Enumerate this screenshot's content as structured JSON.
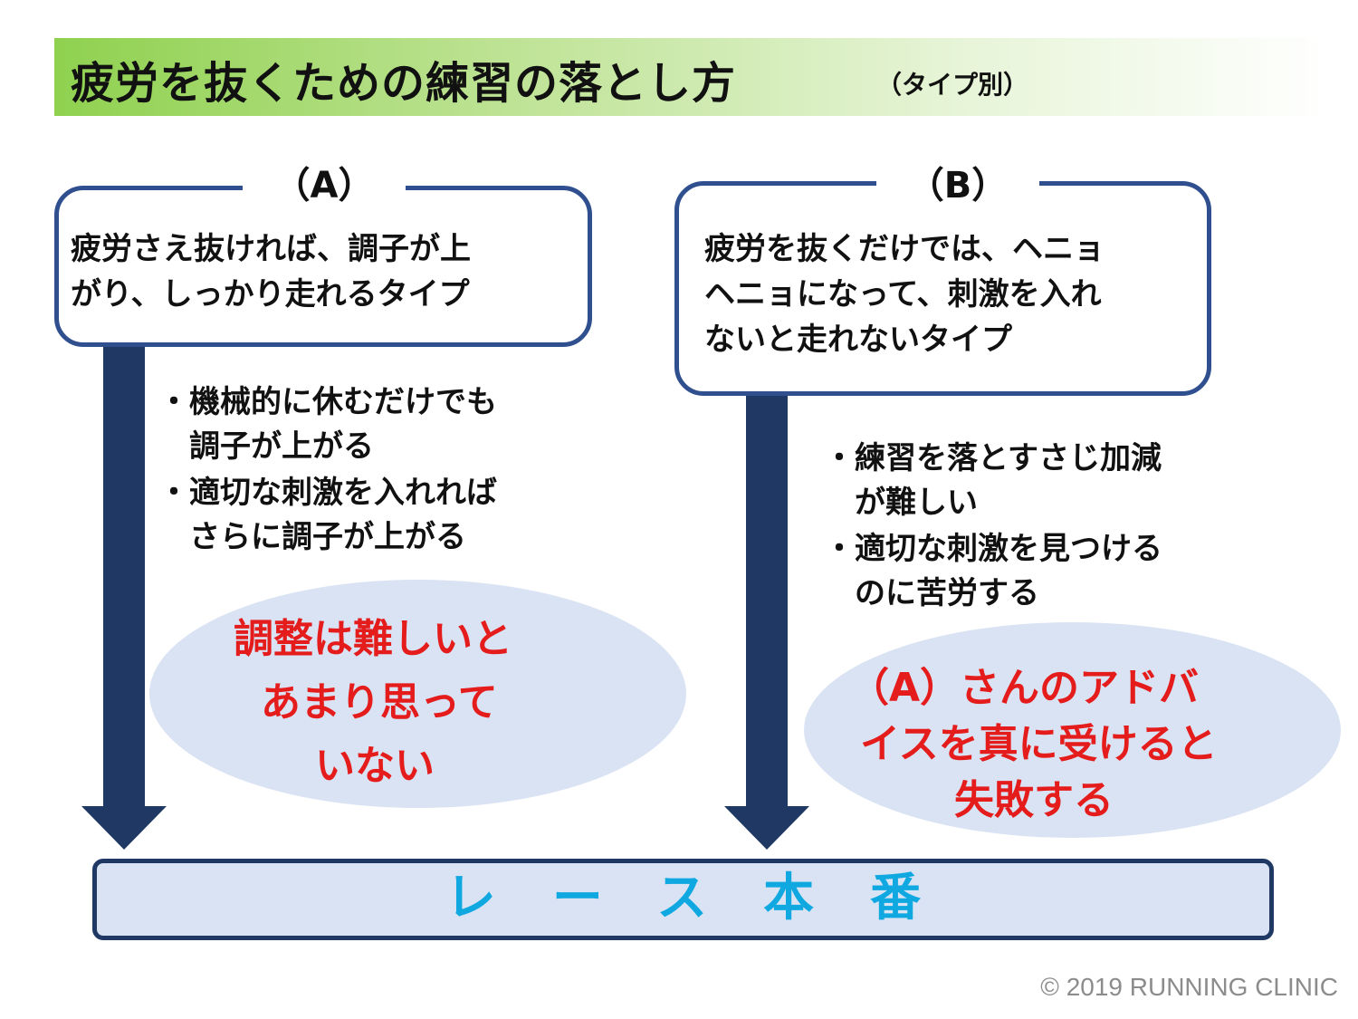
{
  "title": {
    "main": "疲労を抜くための練習の落とし方",
    "sub": "（タイプ別）"
  },
  "type_a": {
    "label": "（A）",
    "lines": [
      "疲労さえ抜ければ、調子が上",
      "がり、しっかり走れるタイプ"
    ],
    "bullets": [
      "・機械的に休むだけでも",
      "　調子が上がる",
      "・適切な刺激を入れれば",
      "　さらに調子が上がる"
    ],
    "highlight": [
      "調整は難しいと",
      "あまり思って",
      "いない"
    ]
  },
  "type_b": {
    "label": "（B）",
    "lines": [
      "疲労を抜くだけでは、ヘニョ",
      "ヘニョになって、刺激を入れ",
      "ないと走れないタイプ"
    ],
    "bullets": [
      "・練習を落とすさじ加減",
      "　が難しい",
      "・適切な刺激を見つける",
      "　のに苦労する"
    ],
    "highlight": [
      "（A）さんのアドバ",
      "イスを真に受けると",
      "失敗する"
    ]
  },
  "race": {
    "label": "レース本番"
  },
  "copyright": "© 2019 RUNNING CLINIC",
  "colors": {
    "arrow": "#1f3864",
    "box_border": "#2f4f8f",
    "ellipse_fill": "#dae3f3",
    "highlight_text": "#e51c1c",
    "race_text": "#10a8e0",
    "title_gradient_start": "#8fd14f"
  }
}
